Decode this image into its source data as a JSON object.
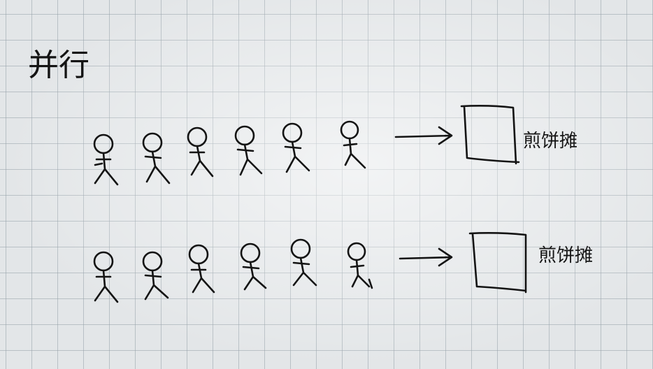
{
  "title": "并行",
  "rows": [
    {
      "count": 6,
      "label": "煎饼摊"
    },
    {
      "count": 6,
      "label": "煎饼摊"
    }
  ]
}
